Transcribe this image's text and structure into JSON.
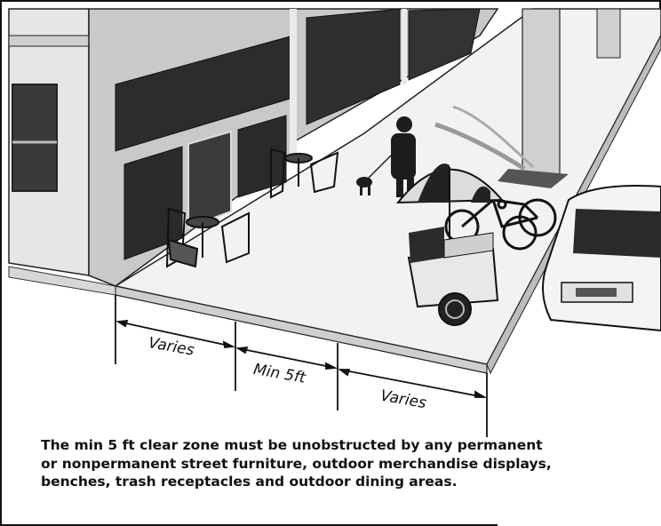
{
  "diagram": {
    "dimension_labels": {
      "left": "Varies",
      "middle": "Min 5ft",
      "right": "Varies"
    },
    "caption": {
      "line1": "The min 5 ft clear zone must be unobstructed by any permanent",
      "line2": "or nonpermanent street furniture, outdoor merchandise displays,",
      "line3": "benches, trash receptacles and outdoor dining areas."
    }
  },
  "colors": {
    "background": "#ffffff",
    "building": "#cfcfcf",
    "building_shadow": "#a9a9a9",
    "window": "#2e2e2e",
    "sidewalk": "#f3f3f3",
    "street": "#ffffff",
    "line": "#111111"
  }
}
